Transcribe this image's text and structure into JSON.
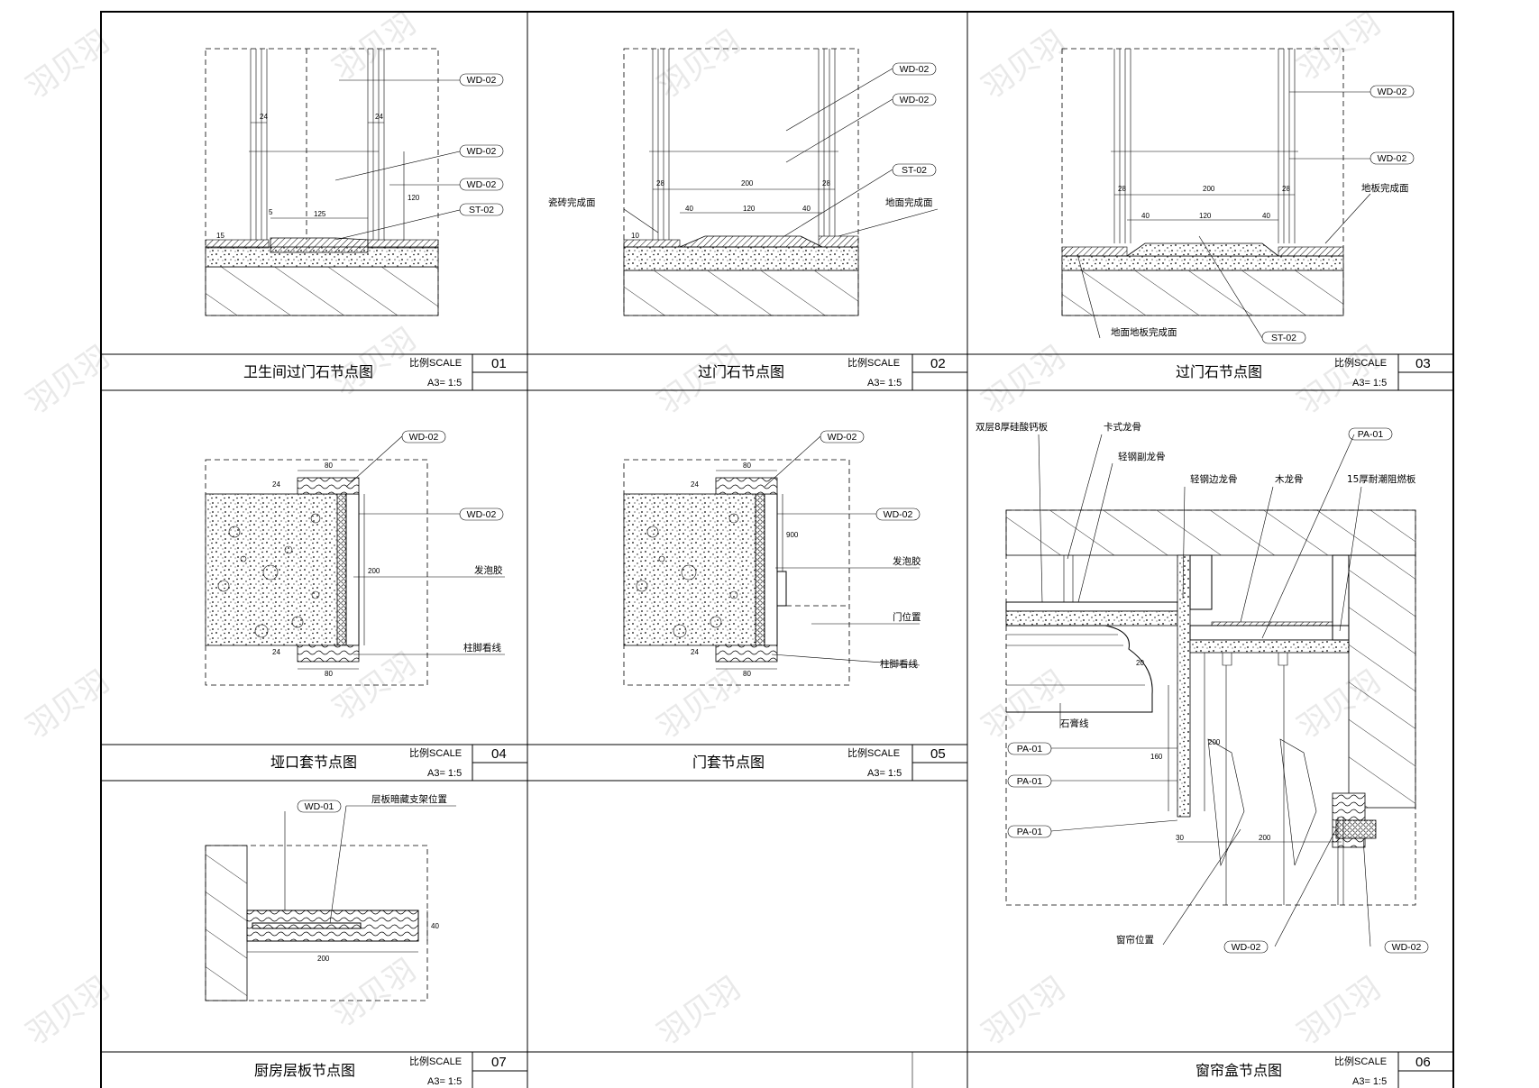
{
  "watermark": "羽贝羽",
  "scale_label": "比例SCALE",
  "scale_value": "A3= 1:5",
  "panels": [
    {
      "number": "01",
      "title": "卫生间过门石节点图",
      "tags": [
        "WD-02",
        "WD-02",
        "WD-02",
        "ST-02"
      ],
      "dims": [
        "24",
        "24",
        "120",
        "125",
        "5",
        "15"
      ]
    },
    {
      "number": "02",
      "title": "过门石节点图",
      "tags": [
        "WD-02",
        "WD-02",
        "ST-02"
      ],
      "labels": [
        "瓷砖完成面",
        "地面完成面"
      ],
      "dims": [
        "28",
        "200",
        "28",
        "40",
        "120",
        "40",
        "10"
      ]
    },
    {
      "number": "03",
      "title": "过门石节点图",
      "tags": [
        "WD-02",
        "WD-02",
        "ST-02"
      ],
      "labels": [
        "地板完成面",
        "地面地板完成面"
      ],
      "dims": [
        "28",
        "200",
        "28",
        "40",
        "120",
        "40"
      ]
    },
    {
      "number": "04",
      "title": "垭口套节点图",
      "tags": [
        "WD-02",
        "WD-02"
      ],
      "labels": [
        "发泡胶",
        "柱脚看线"
      ],
      "dims": [
        "80",
        "24",
        "200",
        "24",
        "80"
      ]
    },
    {
      "number": "05",
      "title": "门套节点图",
      "tags": [
        "WD-02",
        "WD-02"
      ],
      "labels": [
        "发泡胶",
        "门位置",
        "柱脚看线"
      ],
      "dims": [
        "80",
        "24",
        "900",
        "24",
        "80"
      ]
    },
    {
      "number": "06",
      "title": "窗帘盒节点图",
      "tags": [
        "PA-01",
        "PA-01",
        "PA-01",
        "PA-01",
        "WD-02",
        "WD-02"
      ],
      "labels": [
        "双层8厚硅酸钙板",
        "卡式龙骨",
        "轻钢副龙骨",
        "轻钢边龙骨",
        "木龙骨",
        "15厚耐潮阻燃板",
        "石膏线",
        "窗帘位置"
      ],
      "dims": [
        "20",
        "160",
        "200",
        "30",
        "200"
      ]
    },
    {
      "number": "07",
      "title": "厨房层板节点图",
      "tags": [
        "WD-01"
      ],
      "labels": [
        "层板暗藏支架位置"
      ],
      "dims": [
        "40",
        "200"
      ]
    }
  ]
}
